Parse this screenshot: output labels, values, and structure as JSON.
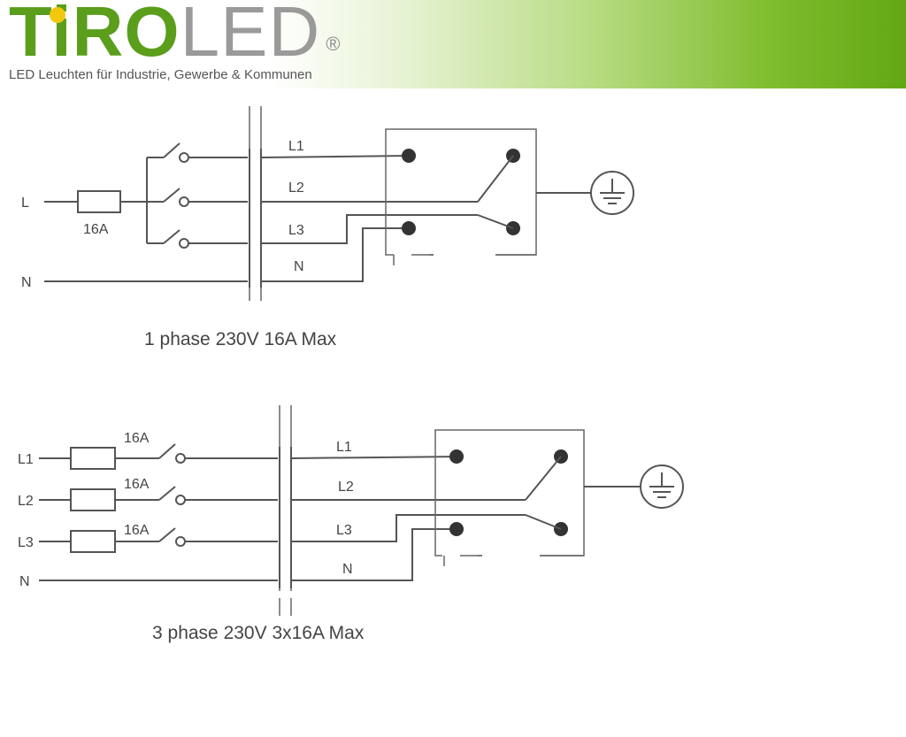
{
  "brand": {
    "logo_part1": "Ti",
    "logo_part2": "RO",
    "logo_part3": "LED",
    "registered": "®",
    "tagline": "LED Leuchten für Industrie, Gewerbe & Kommunen",
    "colors": {
      "green": "#5a9e1c",
      "grey": "#9a9a9a",
      "yellow": "#f2c80f"
    }
  },
  "diagrams": [
    {
      "caption": "1 phase 230V 16A Max",
      "inputs": [
        "L",
        "N"
      ],
      "fuse_labels": [
        "16A"
      ],
      "lines": [
        "L1",
        "L2",
        "L3",
        "N"
      ],
      "ground_icon": "ground-symbol-icon"
    },
    {
      "caption": "3 phase 230V 3x16A Max",
      "inputs": [
        "L1",
        "L2",
        "L3",
        "N"
      ],
      "fuse_labels": [
        "16A",
        "16A",
        "16A"
      ],
      "lines": [
        "L1",
        "L2",
        "L3",
        "N"
      ],
      "ground_icon": "ground-symbol-icon"
    }
  ]
}
